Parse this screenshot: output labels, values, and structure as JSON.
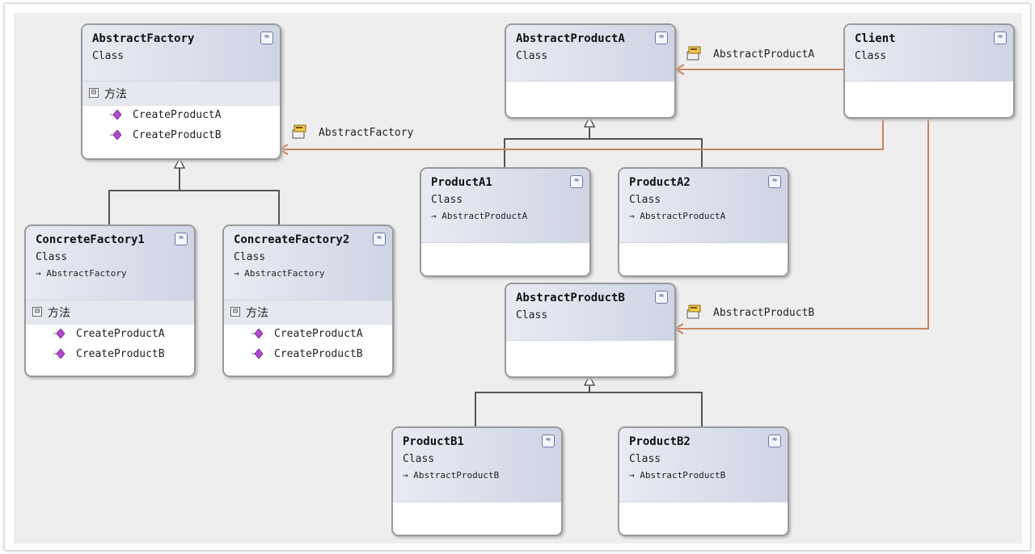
{
  "diagram": {
    "line_color": "#c9845f",
    "classes": {
      "abstract_factory": {
        "name": "AbstractFactory",
        "kind": "Class",
        "section": {
          "title": "方法",
          "toggle": "⊟",
          "methods": [
            "CreateProductA",
            "CreateProductB"
          ]
        }
      },
      "concrete_factory1": {
        "name": "ConcreteFactory1",
        "kind": "Class",
        "base": "AbstractFactory",
        "section": {
          "title": "方法",
          "toggle": "⊟",
          "methods": [
            "CreateProductA",
            "CreateProductB"
          ]
        }
      },
      "concreate_factory2": {
        "name": "ConcreateFactory2",
        "kind": "Class",
        "base": "AbstractFactory",
        "section": {
          "title": "方法",
          "toggle": "⊟",
          "methods": [
            "CreateProductA",
            "CreateProductB"
          ]
        }
      },
      "abstract_product_a": {
        "name": "AbstractProductA",
        "kind": "Class"
      },
      "product_a1": {
        "name": "ProductA1",
        "kind": "Class",
        "base": "AbstractProductA"
      },
      "product_a2": {
        "name": "ProductA2",
        "kind": "Class",
        "base": "AbstractProductA"
      },
      "abstract_product_b": {
        "name": "AbstractProductB",
        "kind": "Class"
      },
      "product_b1": {
        "name": "ProductB1",
        "kind": "Class",
        "base": "AbstractProductB"
      },
      "product_b2": {
        "name": "ProductB2",
        "kind": "Class",
        "base": "AbstractProductB"
      },
      "client": {
        "name": "Client",
        "kind": "Class"
      }
    },
    "associations": {
      "client_to_product_a": "AbstractProductA",
      "client_to_factory": "AbstractFactory",
      "client_to_product_b": "AbstractProductB"
    },
    "base_arrow": "→",
    "collapse_glyph": "≈",
    "icons": {
      "method": "method-icon",
      "association": "association-property-icon",
      "collapse": "collapse-chevrons-icon"
    }
  }
}
